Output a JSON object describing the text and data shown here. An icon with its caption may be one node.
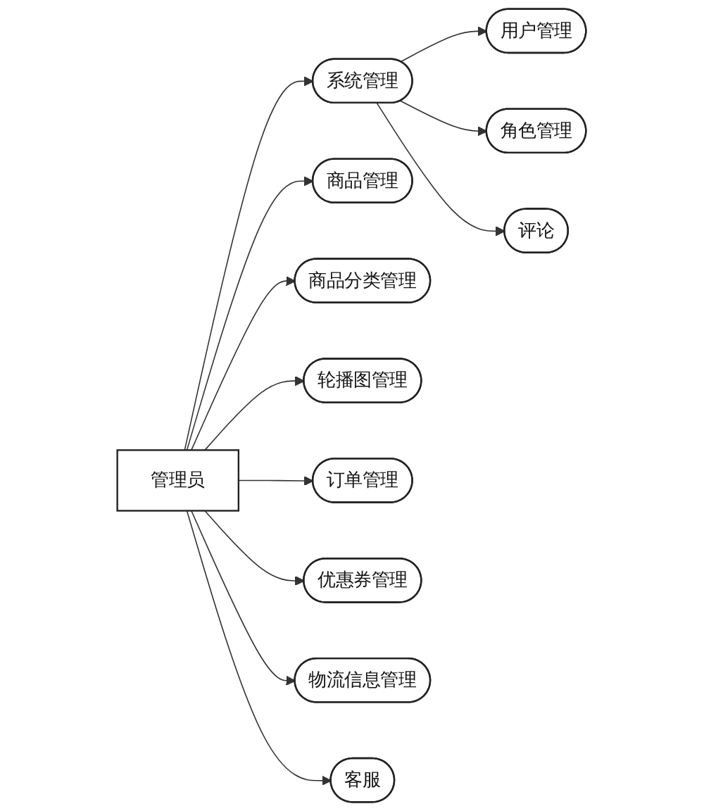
{
  "diagram": {
    "nodes": [
      {
        "text": [
          "管理员"
        ]
      },
      {
        "text": [
          "系统管理"
        ]
      },
      {
        "text": [
          "商品管理"
        ]
      },
      {
        "text": [
          "商品分类管理"
        ]
      },
      {
        "text": [
          "轮播图管理"
        ]
      },
      {
        "text": [
          "订单管理"
        ]
      },
      {
        "text": [
          "优惠券管理"
        ]
      },
      {
        "text": [
          "物流信息管理"
        ]
      },
      {
        "text": [
          "客服"
        ]
      },
      {
        "text": [
          "用户管理"
        ]
      },
      {
        "text": [
          "角色管理"
        ]
      },
      {
        "text": [
          "评论"
        ]
      }
    ],
    "edges": [
      {
        "from": 0,
        "to": 1,
        "arrow": "to"
      },
      {
        "from": 0,
        "to": 2,
        "arrow": "to"
      },
      {
        "from": 0,
        "to": 3,
        "arrow": "to"
      },
      {
        "from": 0,
        "to": 4,
        "arrow": "to"
      },
      {
        "from": 0,
        "to": 5,
        "arrow": "to"
      },
      {
        "from": 0,
        "to": 6,
        "arrow": "to"
      },
      {
        "from": 0,
        "to": 7,
        "arrow": "to"
      },
      {
        "from": 0,
        "to": 8,
        "arrow": "to"
      },
      {
        "from": 1,
        "to": 9,
        "arrow": "to"
      },
      {
        "from": 1,
        "to": 10,
        "arrow": "to"
      },
      {
        "from": 1,
        "to": 11,
        "arrow": "to"
      }
    ]
  }
}
